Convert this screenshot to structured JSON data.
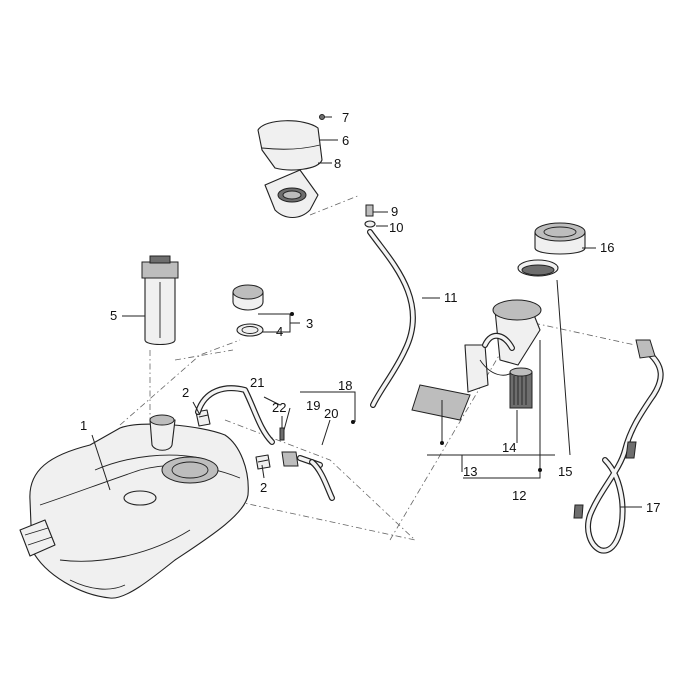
{
  "callouts": [
    {
      "id": "c1",
      "text": "1"
    },
    {
      "id": "c2a",
      "text": "2"
    },
    {
      "id": "c2b",
      "text": "2"
    },
    {
      "id": "c3",
      "text": "3"
    },
    {
      "id": "c4",
      "text": "4"
    },
    {
      "id": "c5",
      "text": "5"
    },
    {
      "id": "c6",
      "text": "6"
    },
    {
      "id": "c7",
      "text": "7"
    },
    {
      "id": "c8",
      "text": "8"
    },
    {
      "id": "c9",
      "text": "9"
    },
    {
      "id": "c10",
      "text": "10"
    },
    {
      "id": "c11",
      "text": "11"
    },
    {
      "id": "c12",
      "text": "12"
    },
    {
      "id": "c13",
      "text": "13"
    },
    {
      "id": "c14",
      "text": "14"
    },
    {
      "id": "c15",
      "text": "15"
    },
    {
      "id": "c16",
      "text": "16"
    },
    {
      "id": "c17",
      "text": "17"
    },
    {
      "id": "c18",
      "text": "18"
    },
    {
      "id": "c19",
      "text": "19"
    },
    {
      "id": "c20",
      "text": "20"
    },
    {
      "id": "c21",
      "text": "21"
    },
    {
      "id": "c22",
      "text": "22"
    }
  ]
}
